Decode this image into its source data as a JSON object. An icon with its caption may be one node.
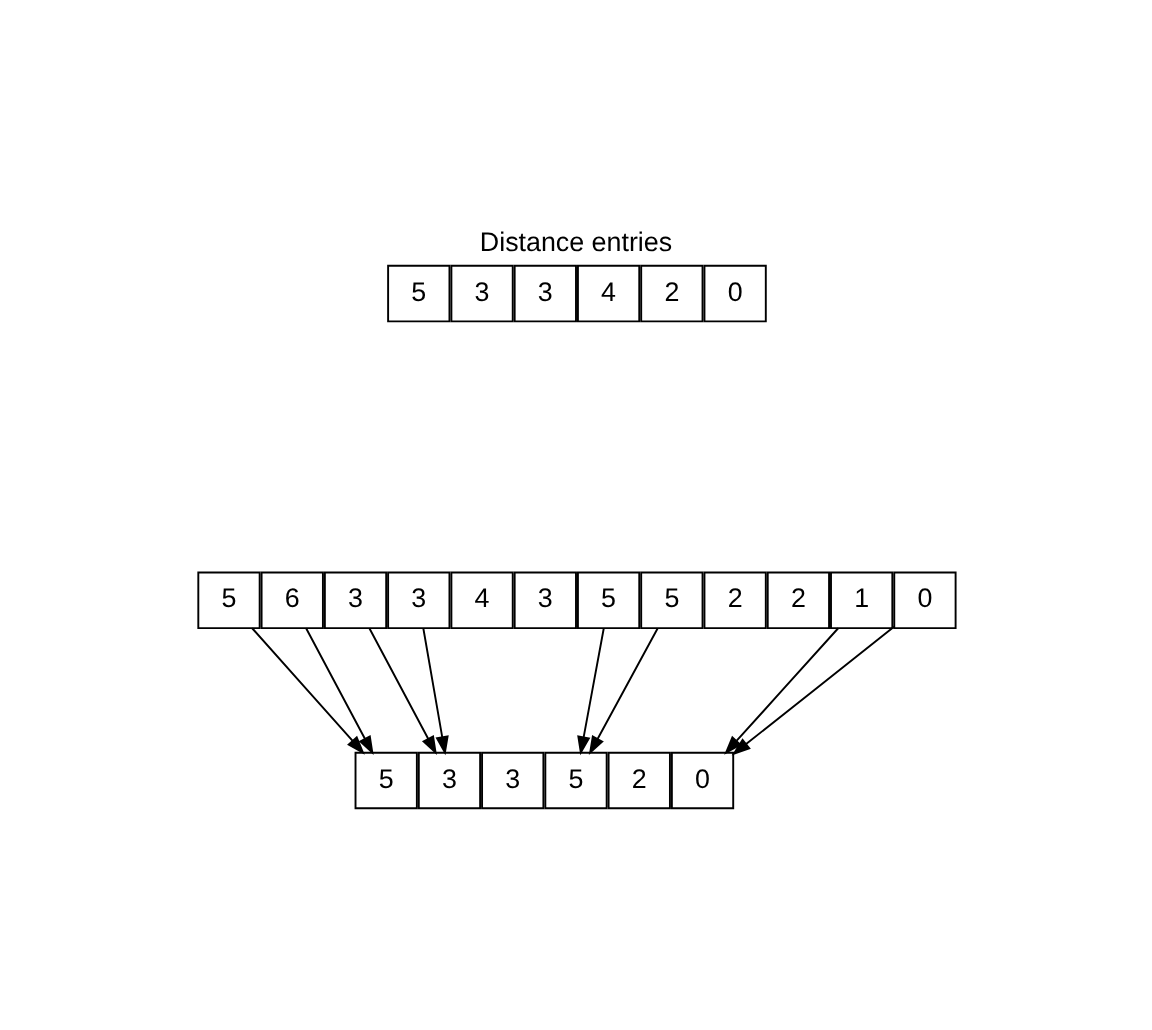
{
  "diagram": {
    "title": "Distance entries",
    "nodes": [
      {
        "text": [
          "5"
        ]
      },
      {
        "text": [
          "3"
        ]
      },
      {
        "text": [
          "3"
        ]
      },
      {
        "text": [
          "4"
        ]
      },
      {
        "text": [
          "2"
        ]
      },
      {
        "text": [
          "0"
        ]
      },
      {
        "text": [
          "5"
        ]
      },
      {
        "text": [
          "6"
        ]
      },
      {
        "text": [
          "3"
        ]
      },
      {
        "text": [
          "3"
        ]
      },
      {
        "text": [
          "4"
        ]
      },
      {
        "text": [
          "3"
        ]
      },
      {
        "text": [
          "5"
        ]
      },
      {
        "text": [
          "5"
        ]
      },
      {
        "text": [
          "2"
        ]
      },
      {
        "text": [
          "2"
        ]
      },
      {
        "text": [
          "1"
        ]
      },
      {
        "text": [
          "0"
        ]
      },
      {
        "text": [
          "5"
        ]
      },
      {
        "text": [
          "3"
        ]
      },
      {
        "text": [
          "3"
        ]
      },
      {
        "text": [
          "5"
        ]
      },
      {
        "text": [
          "2"
        ]
      },
      {
        "text": [
          "0"
        ]
      }
    ],
    "edges": [
      {
        "from": 6,
        "to": 18,
        "arrow": "to"
      },
      {
        "from": 7,
        "to": 18,
        "arrow": "to"
      },
      {
        "from": 8,
        "to": 19,
        "arrow": "to"
      },
      {
        "from": 9,
        "to": 19,
        "arrow": "to"
      },
      {
        "from": 12,
        "to": 21,
        "arrow": "to"
      },
      {
        "from": 13,
        "to": 21,
        "arrow": "to"
      },
      {
        "from": 16,
        "to": 23,
        "arrow": "to"
      },
      {
        "from": 17,
        "to": 23,
        "arrow": "to"
      }
    ]
  }
}
